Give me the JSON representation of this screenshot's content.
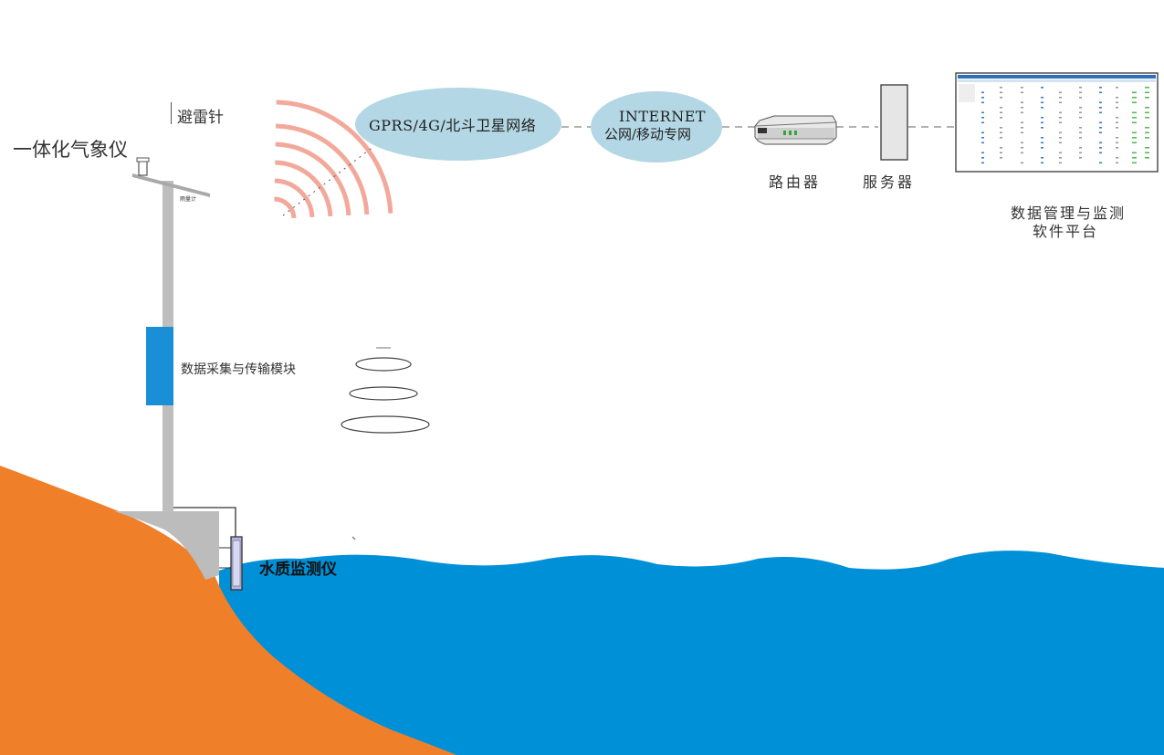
{
  "labels": {
    "weather_station": "一体化气象仪",
    "lightning_rod": "避雷针",
    "rain_gauge": "雨量计",
    "data_module": "数据采集与传输模块",
    "water_monitor": "水质监测仪",
    "network_cloud": "GPRS/4G/北斗卫星网络",
    "internet_line1": "INTERNET",
    "internet_line2": "公网/移动专网",
    "router": "路由器",
    "server": "服务器",
    "platform_line1": "数据管理与监测",
    "platform_line2": "软件平台"
  },
  "colors": {
    "land": "#f07f2a",
    "water": "#0090d8",
    "pole": "#bebebe",
    "module": "#1a8fd6",
    "cloud": "#b3d7e5",
    "signal": "#f2a99b",
    "dashed_link": "#999999"
  },
  "icons": {
    "router": "router-icon",
    "server": "server-icon",
    "screen": "software-screen-icon"
  }
}
